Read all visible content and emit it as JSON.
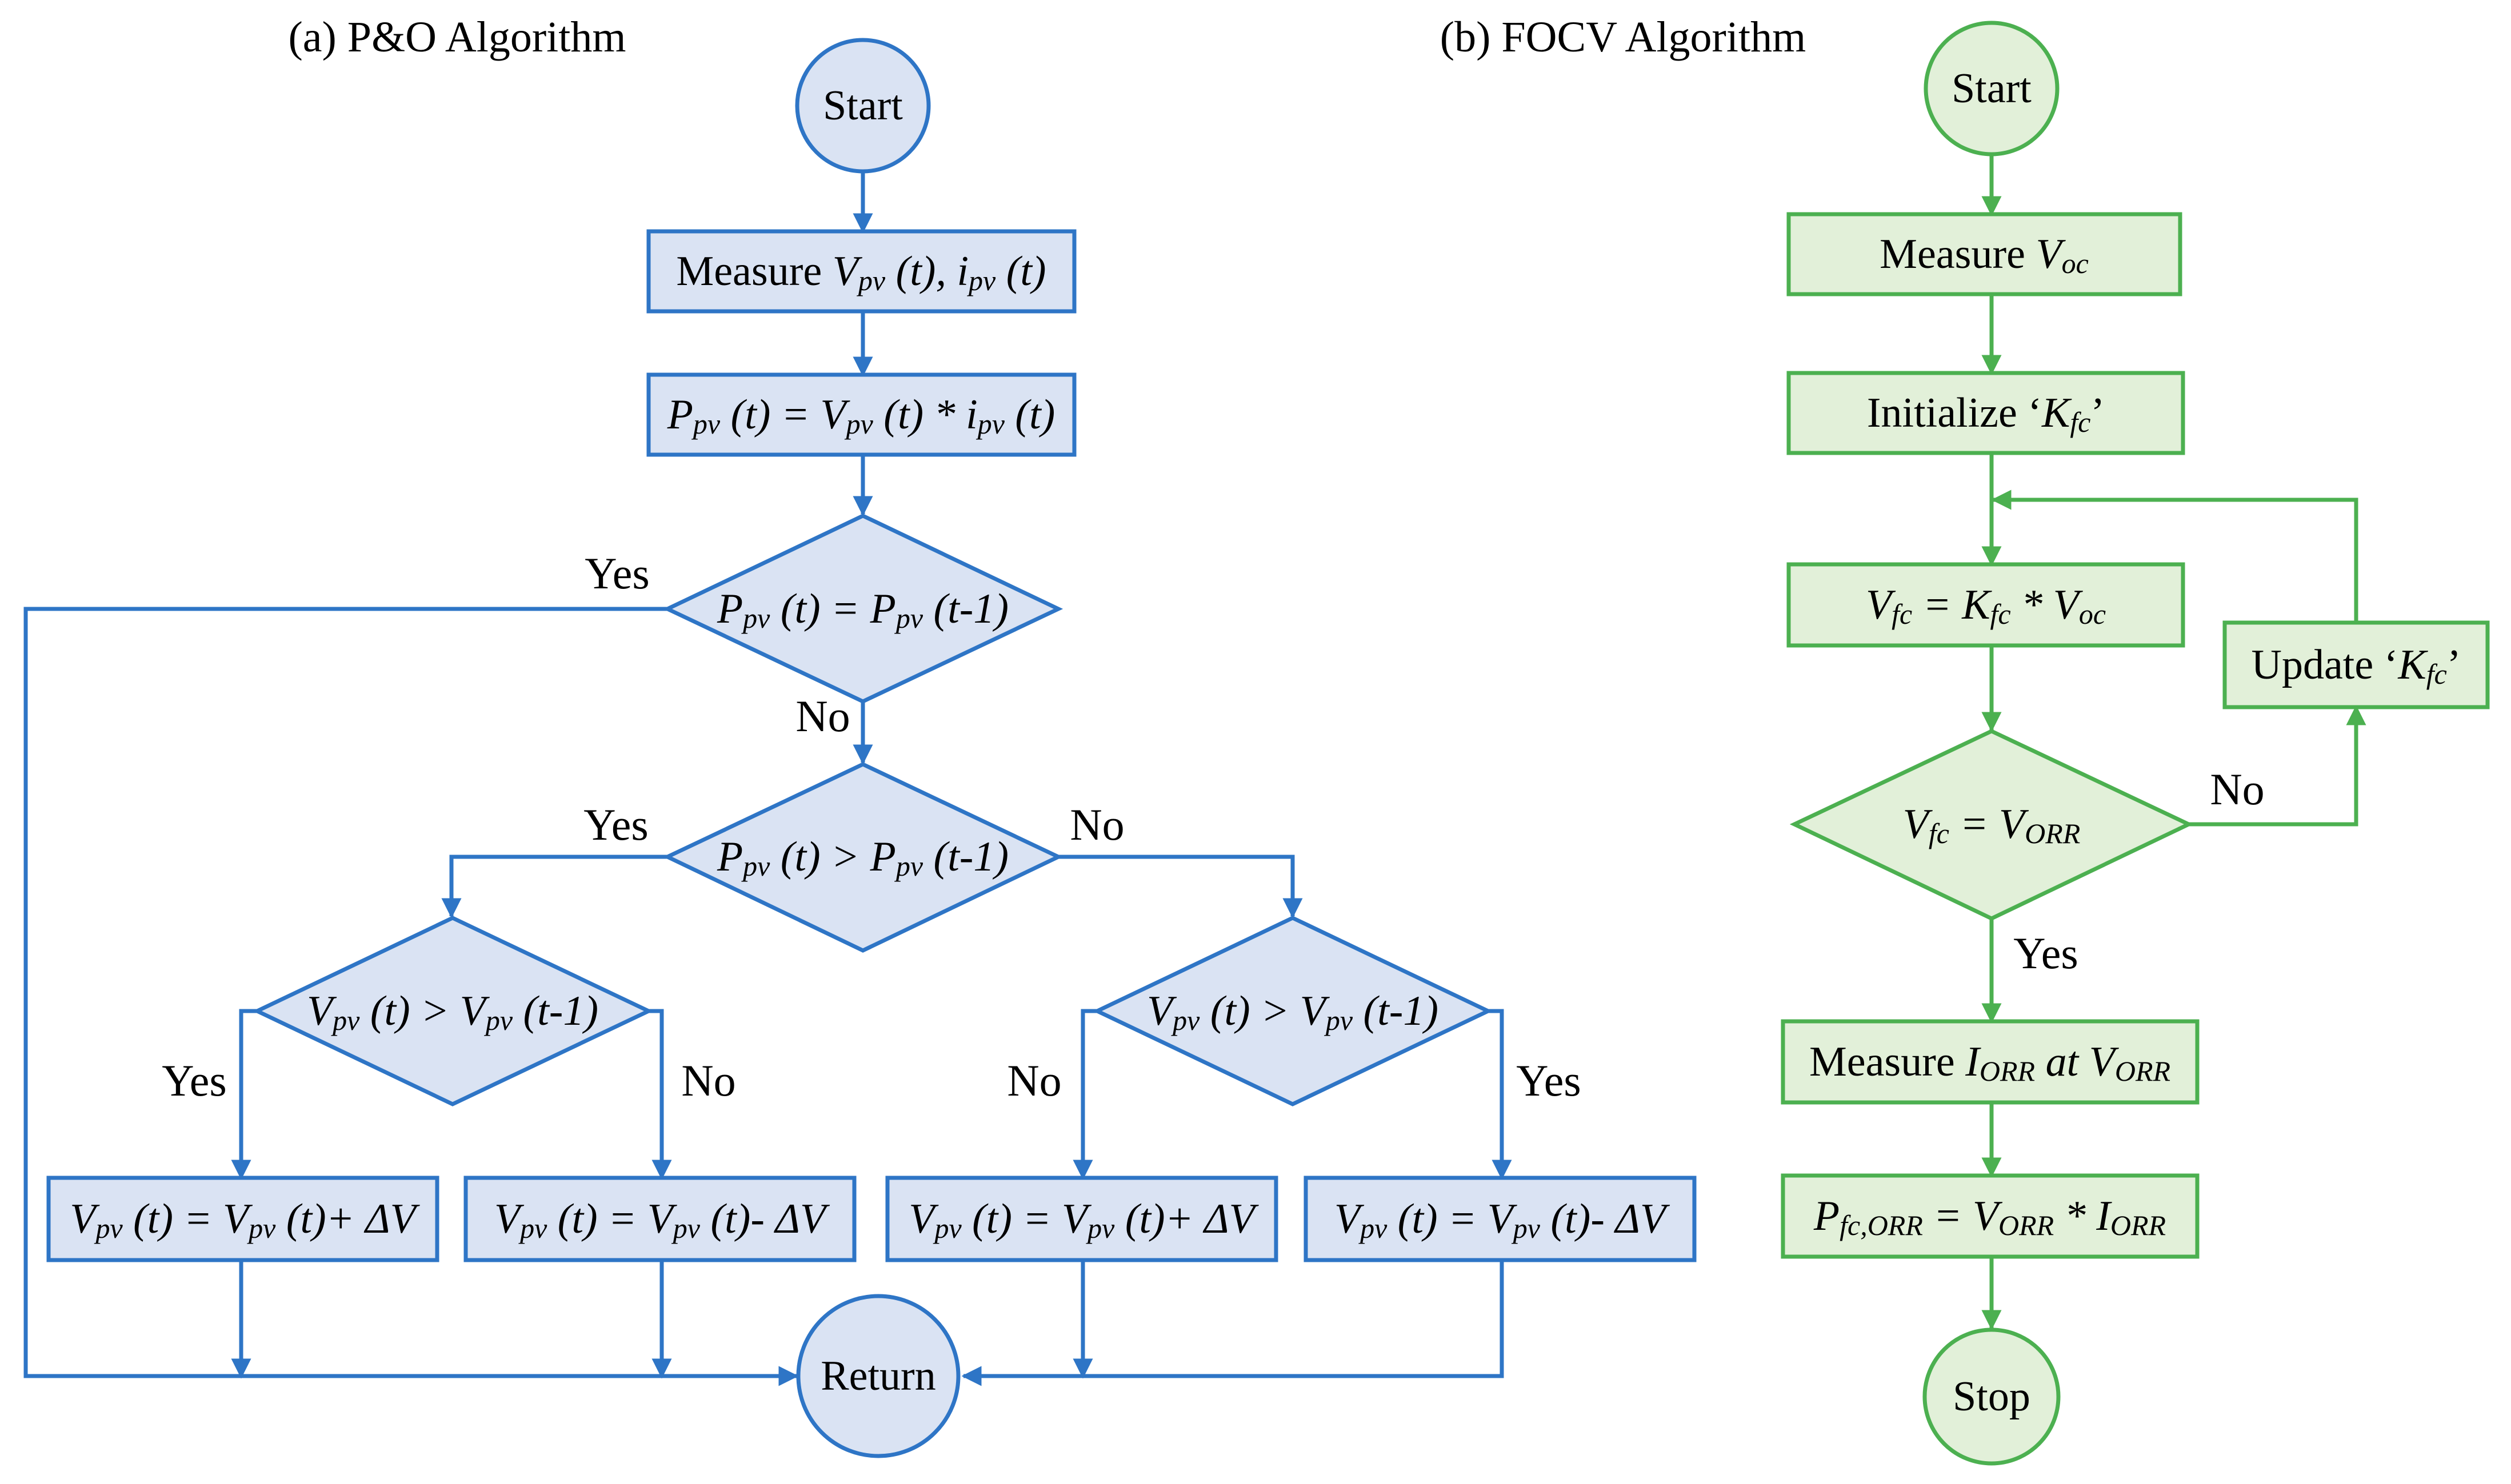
{
  "panel_a": {
    "title": "(a) P&O Algorithm",
    "start": "Start",
    "ret": "Return",
    "measure": {
      "pre": "Measure ",
      "v": "V",
      "v_sub": "pv",
      "mid": " (t), ",
      "i": "i",
      "i_sub": "pv",
      "post": " (t)"
    },
    "power": {
      "p": "P",
      "p_sub": "pv",
      "t1": " (t) = ",
      "v": "V",
      "v_sub": "pv",
      "t2": " (t) * ",
      "i": "i",
      "i_sub": "pv",
      "t3": " (t)"
    },
    "d1": {
      "a": "P",
      "a_sub": "pv",
      "mid": " (t) = ",
      "b": "P",
      "b_sub": "pv",
      "end": " (t-1)"
    },
    "d2": {
      "a": "P",
      "a_sub": "pv",
      "mid": " (t) > ",
      "b": "P",
      "b_sub": "pv",
      "end": " (t-1)"
    },
    "d3": {
      "a": "V",
      "a_sub": "pv",
      "mid": " (t) > ",
      "b": "V",
      "b_sub": "pv",
      "end": " (t-1)"
    },
    "d4": {
      "a": "V",
      "a_sub": "pv",
      "mid": " (t) > ",
      "b": "V",
      "b_sub": "pv",
      "end": " (t-1)"
    },
    "inc": {
      "a": "V",
      "a_sub": "pv",
      "mid": " (t) = ",
      "b": "V",
      "b_sub": "pv",
      "end": " (t)+ ΔV"
    },
    "dec": {
      "a": "V",
      "a_sub": "pv",
      "mid": " (t) = ",
      "b": "V",
      "b_sub": "pv",
      "end": " (t)- ΔV"
    },
    "labels": {
      "yes": "Yes",
      "no": "No"
    }
  },
  "panel_b": {
    "title": "(b) FOCV Algorithm",
    "start": "Start",
    "stop": "Stop",
    "measure_voc": {
      "pre": "Measure ",
      "v": "V",
      "v_sub": "oc"
    },
    "init_k": {
      "pre": "Initialize ‘",
      "k": "K",
      "k_sub": "fc",
      "post": "’"
    },
    "vfc": {
      "a": "V",
      "a_sub": "fc",
      "m1": " = ",
      "b": "K",
      "b_sub": "fc",
      "m2": " * ",
      "c": "V",
      "c_sub": "oc"
    },
    "update_k": {
      "pre": "Update ‘",
      "k": "K",
      "k_sub": "fc",
      "post": "’"
    },
    "d_eq": {
      "a": "V",
      "a_sub": "fc",
      "mid": " = ",
      "b": "V",
      "b_sub": "ORR"
    },
    "measure_iorr": {
      "pre": "Measure ",
      "i": "I",
      "i_sub": "ORR",
      "at": " at ",
      "v": "V",
      "v_sub": "ORR"
    },
    "pfc": {
      "a": "P",
      "a_sub": "fc,ORR",
      "m1": " = ",
      "b": "V",
      "b_sub": "ORR",
      "m2": " * ",
      "c": "I",
      "c_sub": "ORR"
    },
    "labels": {
      "yes": "Yes",
      "no": "No"
    }
  },
  "colors": {
    "blue_stroke": "#2e75c6",
    "blue_fill": "#dae3f3",
    "green_stroke": "#4cb050",
    "green_fill": "#e2f0d9"
  }
}
